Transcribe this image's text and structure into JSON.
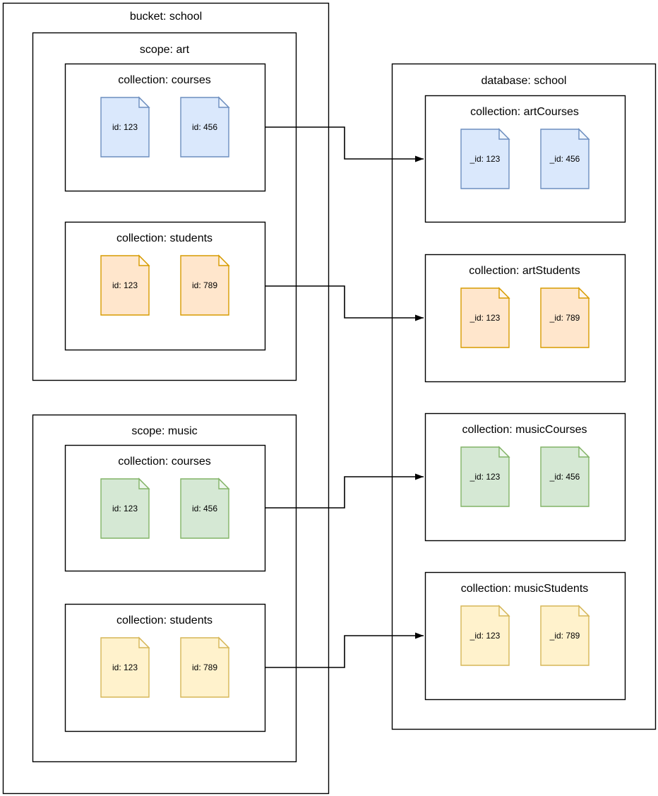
{
  "diagram": {
    "bucket": {
      "label": "bucket: school",
      "scopes": [
        {
          "label": "scope: art",
          "collections": [
            {
              "label": "collection: courses",
              "color": "blue",
              "documents": [
                {
                  "id": "id: 123"
                },
                {
                  "id": "id: 456"
                }
              ]
            },
            {
              "label": "collection: students",
              "color": "orange",
              "documents": [
                {
                  "id": "id: 123"
                },
                {
                  "id": "id: 789"
                }
              ]
            }
          ]
        },
        {
          "label": "scope: music",
          "collections": [
            {
              "label": "collection: courses",
              "color": "green",
              "documents": [
                {
                  "id": "id: 123"
                },
                {
                  "id": "id: 456"
                }
              ]
            },
            {
              "label": "collection: students",
              "color": "yellow",
              "documents": [
                {
                  "id": "id: 123"
                },
                {
                  "id": "id: 789"
                }
              ]
            }
          ]
        }
      ]
    },
    "database": {
      "label": "database: school",
      "collections": [
        {
          "label": "collection: artCourses",
          "color": "blue",
          "documents": [
            {
              "id": "_id: 123"
            },
            {
              "id": "_id: 456"
            }
          ]
        },
        {
          "label": "collection: artStudents",
          "color": "orange",
          "documents": [
            {
              "id": "_id: 123"
            },
            {
              "id": "_id: 789"
            }
          ]
        },
        {
          "label": "collection: musicCourses",
          "color": "green",
          "documents": [
            {
              "id": "_id: 123"
            },
            {
              "id": "_id: 456"
            }
          ]
        },
        {
          "label": "collection: musicStudents",
          "color": "yellow",
          "documents": [
            {
              "id": "_id: 123"
            },
            {
              "id": "_id: 789"
            }
          ]
        }
      ]
    },
    "mappings": [
      {
        "from": "art / courses",
        "to": "artCourses"
      },
      {
        "from": "art / students",
        "to": "artStudents"
      },
      {
        "from": "music / courses",
        "to": "musicCourses"
      },
      {
        "from": "music / students",
        "to": "musicStudents"
      }
    ],
    "palette": {
      "blue": {
        "fill": "#dae8fc",
        "stroke": "#6c8ebf"
      },
      "orange": {
        "fill": "#ffe6cc",
        "stroke": "#d79b00"
      },
      "green": {
        "fill": "#d5e8d4",
        "stroke": "#82b366"
      },
      "yellow": {
        "fill": "#fff2cc",
        "stroke": "#d6b656"
      },
      "box_stroke": "#000000",
      "arrow": "#000000"
    }
  }
}
